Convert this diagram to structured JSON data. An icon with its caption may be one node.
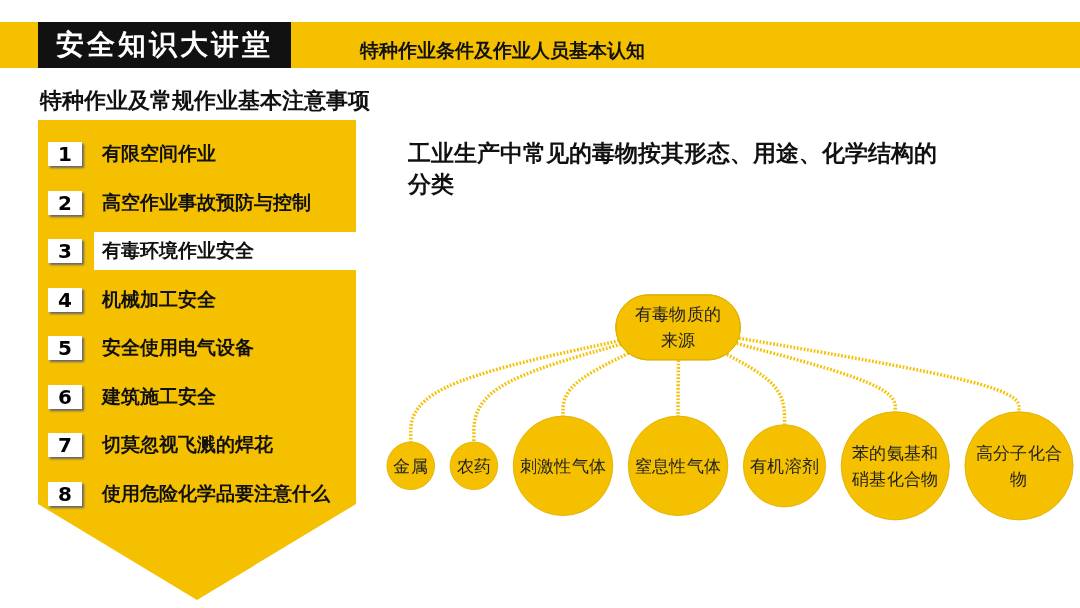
{
  "diagram": {
    "title": "安全知识大讲堂",
    "nodes": [
      {
        "text": [
          "有毒物质的来源"
        ]
      },
      {
        "text": [
          "金属"
        ]
      },
      {
        "text": [
          "农药"
        ]
      },
      {
        "text": [
          "刺激性气体"
        ]
      },
      {
        "text": [
          "窒息性气体"
        ]
      },
      {
        "text": [
          "有机溶剂"
        ]
      },
      {
        "text": [
          "苯的氨基和硝基化合物"
        ]
      },
      {
        "text": [
          "高分子化合物"
        ]
      }
    ],
    "edges": [
      {
        "from": 0,
        "to": 1,
        "arrow": "none",
        "style": "dashed"
      },
      {
        "from": 0,
        "to": 2,
        "arrow": "none",
        "style": "dashed"
      },
      {
        "from": 0,
        "to": 3,
        "arrow": "none",
        "style": "dashed"
      },
      {
        "from": 0,
        "to": 4,
        "arrow": "none",
        "style": "dashed"
      },
      {
        "from": 0,
        "to": 5,
        "arrow": "none",
        "style": "dashed"
      },
      {
        "from": 0,
        "to": 6,
        "arrow": "none",
        "style": "dashed"
      },
      {
        "from": 0,
        "to": 7,
        "arrow": "none",
        "style": "dashed"
      }
    ],
    "labels": [
      "特种作业条件及作业人员基本认知",
      "特种作业及常规作业基本注意事项",
      "1",
      "有限空间作业",
      "2",
      "高空作业事故预防与控制",
      "3",
      "有毒环境作业安全",
      "4",
      "机械加工安全",
      "5",
      "安全使用电气设备",
      "6",
      "建筑施工安全",
      "7",
      "切莫忽视飞溅的焊花",
      "8",
      "使用危险化学品要注意什么",
      "工业生产中常见的毒物按其形态、用途、化学结构的分类"
    ]
  }
}
